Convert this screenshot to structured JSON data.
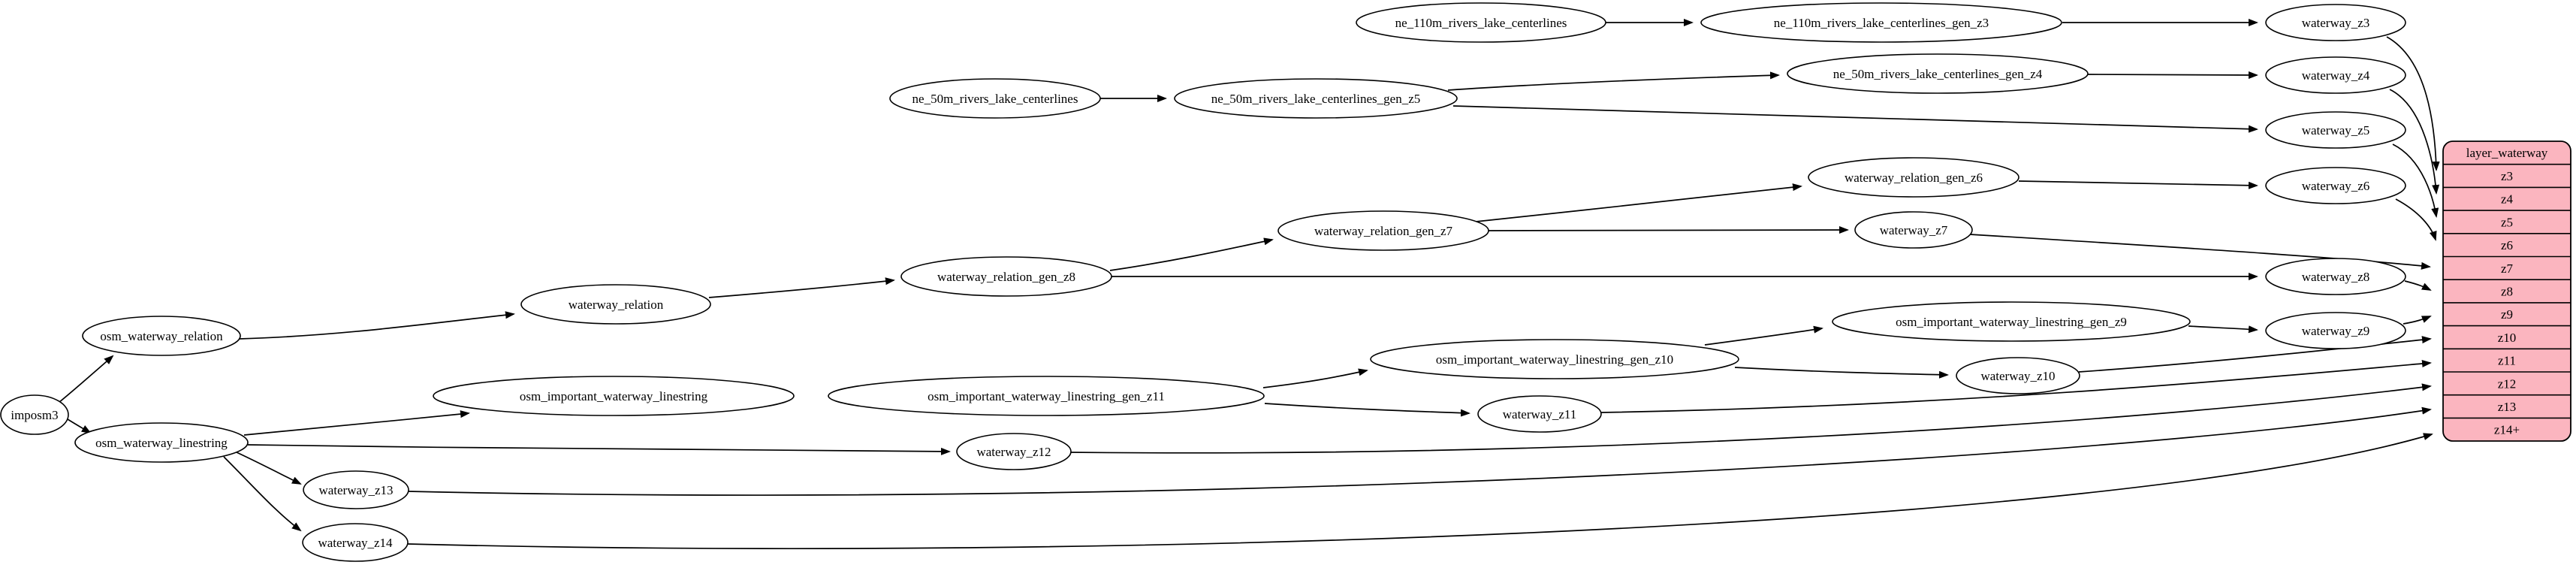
{
  "diagram": {
    "kind": "etl-flow-graph",
    "layer": "waterway"
  },
  "colors": {
    "background": "#ffffff",
    "node_fill": "#ffffff",
    "node_border": "#000000",
    "edge": "#000000",
    "record_fill": "#fbb5bf",
    "record_border": "#000000",
    "text": "#000000"
  },
  "nodes": {
    "imposm3": {
      "label": "imposm3"
    },
    "osm_waterway_relation": {
      "label": "osm_waterway_relation"
    },
    "osm_waterway_linestring": {
      "label": "osm_waterway_linestring"
    },
    "waterway_relation": {
      "label": "waterway_relation"
    },
    "waterway_relation_gen_z8": {
      "label": "waterway_relation_gen_z8"
    },
    "waterway_relation_gen_z7": {
      "label": "waterway_relation_gen_z7"
    },
    "waterway_relation_gen_z6": {
      "label": "waterway_relation_gen_z6"
    },
    "ne_110m_rivers_lake_centerlines": {
      "label": "ne_110m_rivers_lake_centerlines"
    },
    "ne_110m_rivers_lake_centerlines_gen_z3": {
      "label": "ne_110m_rivers_lake_centerlines_gen_z3"
    },
    "ne_50m_rivers_lake_centerlines": {
      "label": "ne_50m_rivers_lake_centerlines"
    },
    "ne_50m_rivers_lake_centerlines_gen_z5": {
      "label": "ne_50m_rivers_lake_centerlines_gen_z5"
    },
    "ne_50m_rivers_lake_centerlines_gen_z4": {
      "label": "ne_50m_rivers_lake_centerlines_gen_z4"
    },
    "osm_important_waterway_linestring": {
      "label": "osm_important_waterway_linestring"
    },
    "osm_important_waterway_linestring_gen_z11": {
      "label": "osm_important_waterway_linestring_gen_z11"
    },
    "osm_important_waterway_linestring_gen_z10": {
      "label": "osm_important_waterway_linestring_gen_z10"
    },
    "osm_important_waterway_linestring_gen_z9": {
      "label": "osm_important_waterway_linestring_gen_z9"
    },
    "waterway_z3": {
      "label": "waterway_z3"
    },
    "waterway_z4": {
      "label": "waterway_z4"
    },
    "waterway_z5": {
      "label": "waterway_z5"
    },
    "waterway_z6": {
      "label": "waterway_z6"
    },
    "waterway_z7": {
      "label": "waterway_z7"
    },
    "waterway_z8": {
      "label": "waterway_z8"
    },
    "waterway_z9": {
      "label": "waterway_z9"
    },
    "waterway_z10": {
      "label": "waterway_z10"
    },
    "waterway_z11": {
      "label": "waterway_z11"
    },
    "waterway_z12": {
      "label": "waterway_z12"
    },
    "waterway_z13": {
      "label": "waterway_z13"
    },
    "waterway_z14": {
      "label": "waterway_z14"
    }
  },
  "record": {
    "title": "layer_waterway",
    "rows": [
      "z3",
      "z4",
      "z5",
      "z6",
      "z7",
      "z8",
      "z9",
      "z10",
      "z11",
      "z12",
      "z13",
      "z14+"
    ]
  },
  "edges": [
    {
      "from": "imposm3",
      "to": "osm_waterway_relation"
    },
    {
      "from": "imposm3",
      "to": "osm_waterway_linestring"
    },
    {
      "from": "osm_waterway_relation",
      "to": "waterway_relation"
    },
    {
      "from": "waterway_relation",
      "to": "waterway_relation_gen_z8"
    },
    {
      "from": "waterway_relation_gen_z8",
      "to": "waterway_relation_gen_z7"
    },
    {
      "from": "waterway_relation_gen_z7",
      "to": "waterway_relation_gen_z6"
    },
    {
      "from": "waterway_relation_gen_z8",
      "to": "waterway_z8"
    },
    {
      "from": "waterway_relation_gen_z7",
      "to": "waterway_z7"
    },
    {
      "from": "waterway_relation_gen_z6",
      "to": "waterway_z6"
    },
    {
      "from": "ne_110m_rivers_lake_centerlines",
      "to": "ne_110m_rivers_lake_centerlines_gen_z3"
    },
    {
      "from": "ne_110m_rivers_lake_centerlines_gen_z3",
      "to": "waterway_z3"
    },
    {
      "from": "ne_50m_rivers_lake_centerlines",
      "to": "ne_50m_rivers_lake_centerlines_gen_z5"
    },
    {
      "from": "ne_50m_rivers_lake_centerlines_gen_z5",
      "to": "ne_50m_rivers_lake_centerlines_gen_z4"
    },
    {
      "from": "ne_50m_rivers_lake_centerlines_gen_z5",
      "to": "waterway_z5"
    },
    {
      "from": "ne_50m_rivers_lake_centerlines_gen_z4",
      "to": "waterway_z4"
    },
    {
      "from": "osm_waterway_linestring",
      "to": "osm_important_waterway_linestring"
    },
    {
      "from": "osm_waterway_linestring",
      "to": "waterway_z12"
    },
    {
      "from": "osm_waterway_linestring",
      "to": "waterway_z13"
    },
    {
      "from": "osm_waterway_linestring",
      "to": "waterway_z14"
    },
    {
      "from": "osm_important_waterway_linestring",
      "to": "osm_important_waterway_linestring_gen_z11"
    },
    {
      "from": "osm_important_waterway_linestring_gen_z11",
      "to": "osm_important_waterway_linestring_gen_z10"
    },
    {
      "from": "osm_important_waterway_linestring_gen_z10",
      "to": "osm_important_waterway_linestring_gen_z9"
    },
    {
      "from": "osm_important_waterway_linestring_gen_z11",
      "to": "waterway_z11"
    },
    {
      "from": "osm_important_waterway_linestring_gen_z10",
      "to": "waterway_z10"
    },
    {
      "from": "osm_important_waterway_linestring_gen_z9",
      "to": "waterway_z9"
    },
    {
      "from": "waterway_z3",
      "to": "layer_waterway:z3"
    },
    {
      "from": "waterway_z4",
      "to": "layer_waterway:z4"
    },
    {
      "from": "waterway_z5",
      "to": "layer_waterway:z5"
    },
    {
      "from": "waterway_z6",
      "to": "layer_waterway:z6"
    },
    {
      "from": "waterway_z7",
      "to": "layer_waterway:z7"
    },
    {
      "from": "waterway_z8",
      "to": "layer_waterway:z8"
    },
    {
      "from": "waterway_z9",
      "to": "layer_waterway:z9"
    },
    {
      "from": "waterway_z10",
      "to": "layer_waterway:z10"
    },
    {
      "from": "waterway_z11",
      "to": "layer_waterway:z11"
    },
    {
      "from": "waterway_z12",
      "to": "layer_waterway:z12"
    },
    {
      "from": "waterway_z13",
      "to": "layer_waterway:z13"
    },
    {
      "from": "waterway_z14",
      "to": "layer_waterway:z14+"
    }
  ]
}
